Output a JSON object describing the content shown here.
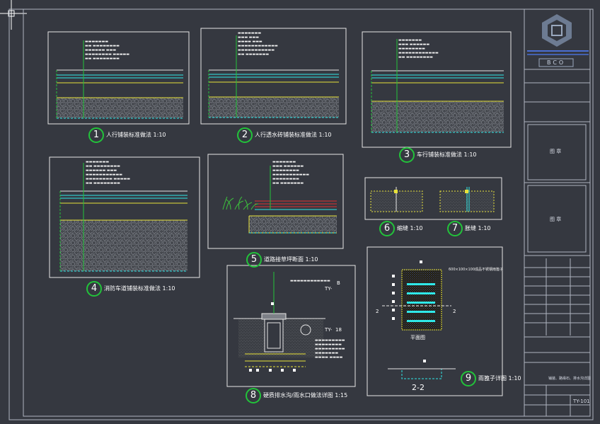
{
  "drawing": {
    "captions": [
      {
        "no": "1",
        "title": "人行铺装标准做法",
        "scale": "1:10"
      },
      {
        "no": "2",
        "title": "人行透水砖铺装标准做法",
        "scale": "1:10"
      },
      {
        "no": "3",
        "title": "车行铺装标准做法",
        "scale": "1:10"
      },
      {
        "no": "4",
        "title": "消防车道铺装标准做法",
        "scale": "1:10"
      },
      {
        "no": "5",
        "title": "道路接草坪断面",
        "scale": "1:10"
      },
      {
        "no": "6",
        "title": "缩缝",
        "scale": "1:10"
      },
      {
        "no": "7",
        "title": "胀缝",
        "scale": "1:10"
      },
      {
        "no": "8",
        "title": "硬质排水沟/雨水口做法详图",
        "scale": "1:15"
      },
      {
        "no": "9",
        "title": "雨篦子详图",
        "scale": "1:10"
      }
    ],
    "section_labels": {
      "plan": "平面图",
      "section": "2-2",
      "cut_left": "2",
      "cut_right": "2",
      "tag_b": "B",
      "tag_ty": "TY-",
      "tag_18": "18"
    },
    "detail9_note": "600×100×100成品不锈钢雨篦子"
  },
  "title_block": {
    "company": "BCO",
    "stamp_1": "图 章",
    "stamp_2": "图 章",
    "drawing_title": "铺装、路缘石、排水沟详图",
    "drawing_no": "TY-101"
  },
  "colors": {
    "background": "#353840",
    "frame": "#aeb4c0",
    "text": "#ffffff",
    "green": "#22c33a",
    "yellow": "#e8e23a",
    "cyan": "#2fe8e8",
    "red": "#e03030"
  }
}
